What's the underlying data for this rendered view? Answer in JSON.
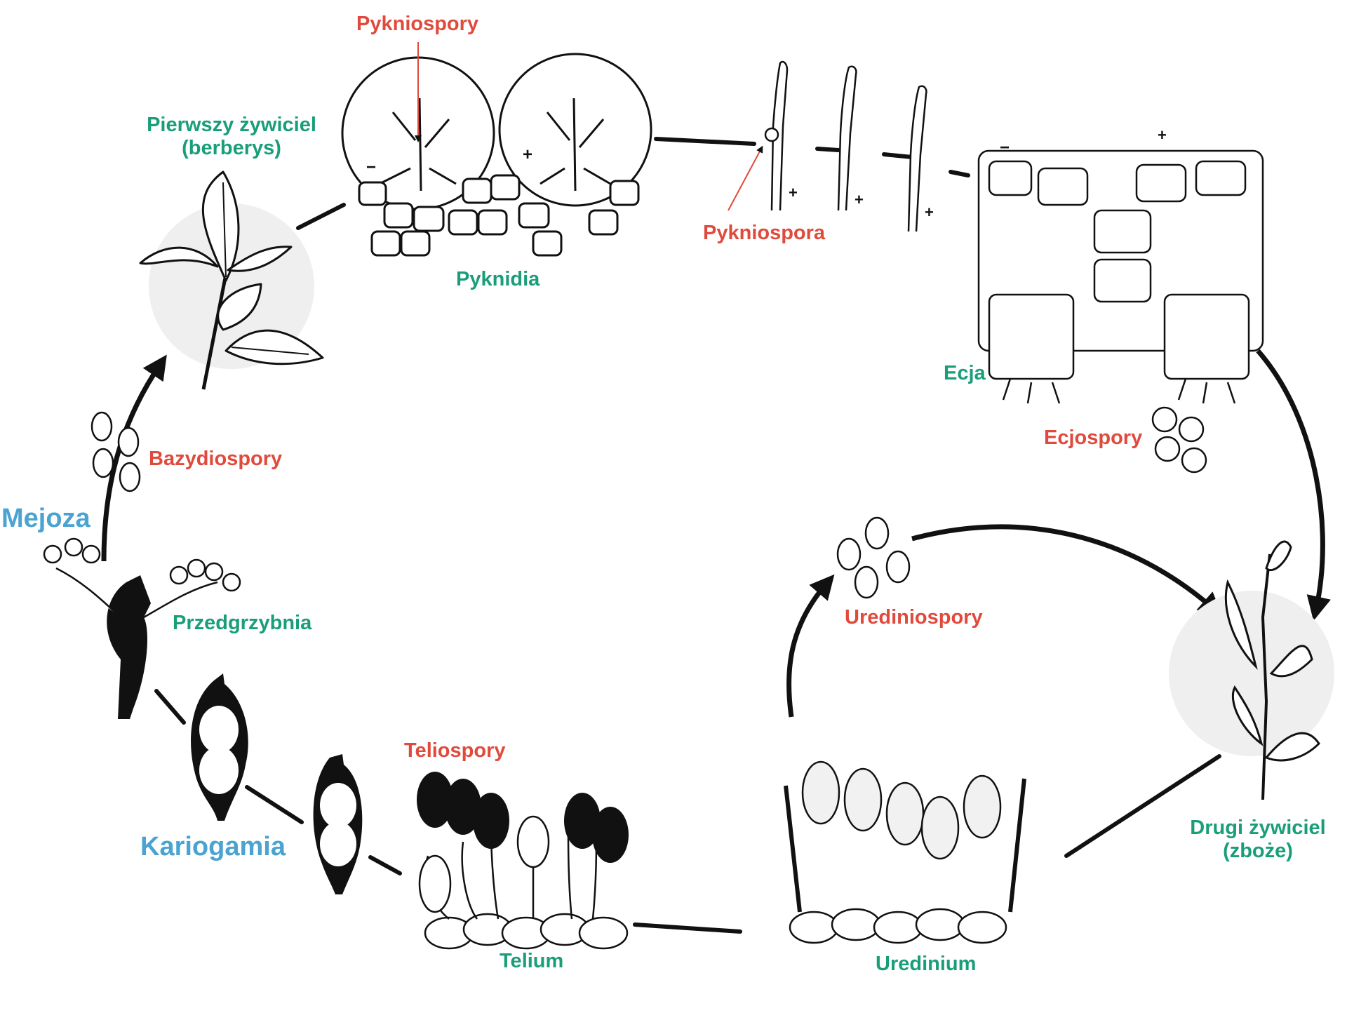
{
  "colors": {
    "structure": "#1a9e7a",
    "spore": "#e04a3c",
    "process": "#4aa3d0",
    "ink": "#111111",
    "host_bg": "#efefef"
  },
  "labels": {
    "pykniospory": "Pykniospory",
    "pierwszy_line1": "Pierwszy żywiciel",
    "pierwszy_line2": "(berberys)",
    "pyknidia": "Pyknidia",
    "pykniospora": "Pykniospora",
    "ecja": "Ecja",
    "ecjospory": "Ecjospory",
    "bazydiospory": "Bazydiospory",
    "mejoza": "Mejoza",
    "przedgrzybnia": "Przedgrzybnia",
    "urediniospory": "Urediniospory",
    "teliospory": "Teliospory",
    "kariogamia": "Kariogamia",
    "drugi_line1": "Drugi żywiciel",
    "drugi_line2": "(zboże)",
    "telium": "Telium",
    "uredinium": "Uredinium"
  },
  "icons": {
    "barberry": "barberry-leaf-icon",
    "wheat": "wheat-plant-icon",
    "pycnidia": "pycnidia-icon",
    "aecia": "aecia-icon",
    "telium": "telium-icon",
    "uredinium": "uredinium-icon"
  }
}
